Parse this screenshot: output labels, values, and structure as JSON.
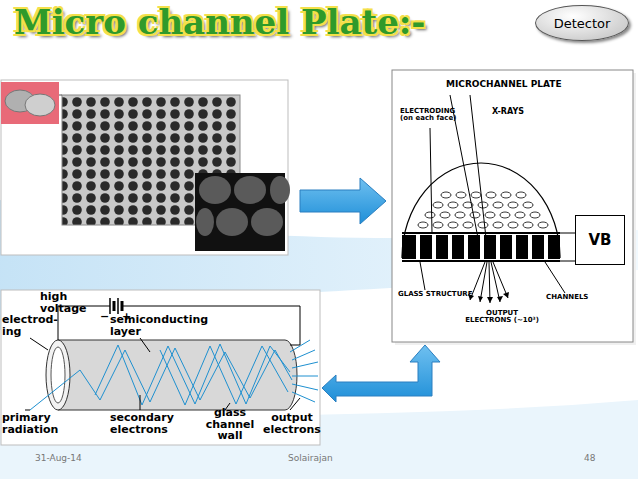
{
  "diagram": {
    "title": "Micro channel Plate:-",
    "nodes": [
      {
        "text": [
          "Detector"
        ]
      },
      {
        "text": [
          "VB"
        ]
      }
    ],
    "labels": [
      "MICROCHANNEL PLATE",
      "ELECTRODING (on each face)",
      "X-RAYS",
      "GLASS STRUCTURE",
      "OUTPUT ELECTRONS (~10³)",
      "CHANNELS",
      "high voltage",
      "−",
      "+",
      "electrod- ing",
      "semiconducting layer",
      "primary radiation",
      "secondary electrons",
      "glass channel wall",
      "output electrons",
      "31-Aug-14",
      "Solairajan",
      "48"
    ]
  }
}
